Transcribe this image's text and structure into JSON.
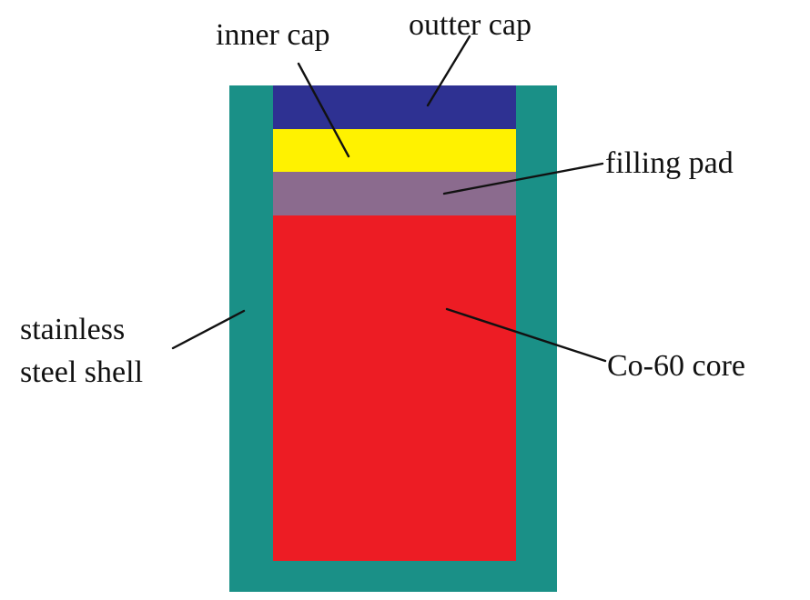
{
  "labels": {
    "outer_cap": "outter cap",
    "inner_cap": "inner cap",
    "filling_pad": "filling pad",
    "core": "Co-60 core",
    "shell_line1": "stainless",
    "shell_line2": "steel shell"
  },
  "colors": {
    "shell": "#1a9087",
    "outer_cap": "#2e3192",
    "inner_cap": "#fff200",
    "filling_pad": "#8b6b8e",
    "core": "#ed1c24",
    "leader": "#111111",
    "background": "#ffffff"
  }
}
